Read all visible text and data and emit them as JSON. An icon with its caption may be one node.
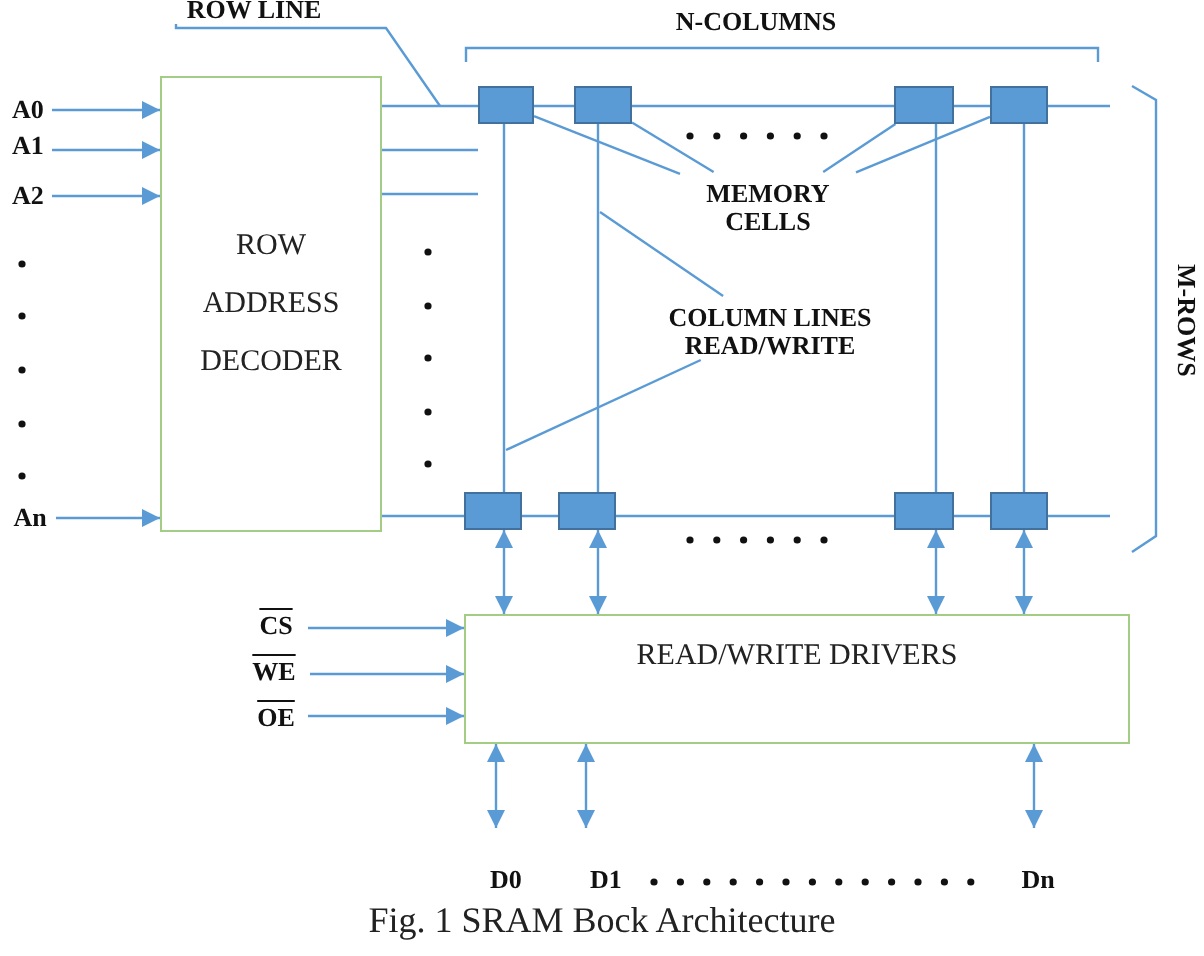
{
  "diagram": {
    "caption": "Fig. 1 SRAM Bock Architecture",
    "nodes": [
      {
        "text": [
          "ROW LINE"
        ]
      },
      {
        "text": [
          "A0"
        ]
      },
      {
        "text": [
          "A1"
        ]
      },
      {
        "text": [
          "A2"
        ]
      },
      {
        "text": [
          "An"
        ]
      },
      {
        "text": [
          "ROW ADDRESS DECODER"
        ]
      },
      {
        "text": [],
        "shape": "box"
      },
      {
        "text": [],
        "shape": "box"
      },
      {
        "text": [],
        "shape": "box"
      },
      {
        "text": [],
        "shape": "box"
      },
      {
        "text": [
          "MEMORY CELLS"
        ]
      },
      {
        "text": [
          "COLUMN LINES READ/WRITE"
        ]
      },
      {
        "text": [],
        "shape": "box"
      },
      {
        "text": [],
        "shape": "box"
      },
      {
        "text": [],
        "shape": "box"
      },
      {
        "text": [],
        "shape": "box"
      },
      {
        "text": [
          "CS"
        ]
      },
      {
        "text": [
          "WE"
        ]
      },
      {
        "text": [
          "OE"
        ]
      },
      {
        "text": [
          "READ/WRITE DRIVERS"
        ]
      },
      {
        "text": [
          "D0"
        ]
      },
      {
        "text": [
          "D1"
        ]
      },
      {
        "text": [
          "Dn"
        ]
      }
    ],
    "edges": [
      {
        "from": 0,
        "to": null,
        "arrow": "none"
      },
      {
        "from": 1,
        "to": 5,
        "arrow": "to"
      },
      {
        "from": 2,
        "to": 5,
        "arrow": "to"
      },
      {
        "from": 3,
        "to": 5,
        "arrow": "to"
      },
      {
        "from": 4,
        "to": 5,
        "arrow": "to"
      },
      {
        "from": 5,
        "to": 6,
        "arrow": "none"
      },
      {
        "from": 6,
        "to": 7,
        "arrow": "none"
      },
      {
        "from": 7,
        "to": 8,
        "arrow": "none"
      },
      {
        "from": 8,
        "to": 9,
        "arrow": "none"
      },
      {
        "from": 9,
        "to": null,
        "arrow": "none"
      },
      {
        "from": 5,
        "to": null,
        "arrow": "none"
      },
      {
        "from": 5,
        "to": null,
        "arrow": "none"
      },
      {
        "from": 5,
        "to": 12,
        "arrow": "none"
      },
      {
        "from": 12,
        "to": 13,
        "arrow": "none"
      },
      {
        "from": 13,
        "to": 14,
        "arrow": "none"
      },
      {
        "from": 14,
        "to": 15,
        "arrow": "none"
      },
      {
        "from": 15,
        "to": null,
        "arrow": "none"
      },
      {
        "from": 6,
        "to": 12,
        "arrow": "none"
      },
      {
        "from": 7,
        "to": 13,
        "arrow": "none"
      },
      {
        "from": 8,
        "to": 14,
        "arrow": "none"
      },
      {
        "from": 9,
        "to": 15,
        "arrow": "none"
      },
      {
        "from": 10,
        "to": 6,
        "arrow": "none"
      },
      {
        "from": 10,
        "to": 7,
        "arrow": "none"
      },
      {
        "from": 10,
        "to": 8,
        "arrow": "none"
      },
      {
        "from": 10,
        "to": 9,
        "arrow": "none"
      },
      {
        "from": 11,
        "to": null,
        "arrow": "none"
      },
      {
        "from": 11,
        "to": null,
        "arrow": "none"
      },
      {
        "from": 12,
        "to": 19,
        "arrow": "both"
      },
      {
        "from": 13,
        "to": 19,
        "arrow": "both"
      },
      {
        "from": 14,
        "to": 19,
        "arrow": "both"
      },
      {
        "from": 15,
        "to": 19,
        "arrow": "both"
      },
      {
        "from": 16,
        "to": 19,
        "arrow": "to"
      },
      {
        "from": 17,
        "to": 19,
        "arrow": "to"
      },
      {
        "from": 18,
        "to": 19,
        "arrow": "to"
      },
      {
        "from": 19,
        "to": 20,
        "arrow": "both"
      },
      {
        "from": 19,
        "to": 21,
        "arrow": "both"
      },
      {
        "from": 19,
        "to": 22,
        "arrow": "both"
      }
    ],
    "labels": [
      "N-COLUMNS",
      "M-ROWS"
    ]
  }
}
